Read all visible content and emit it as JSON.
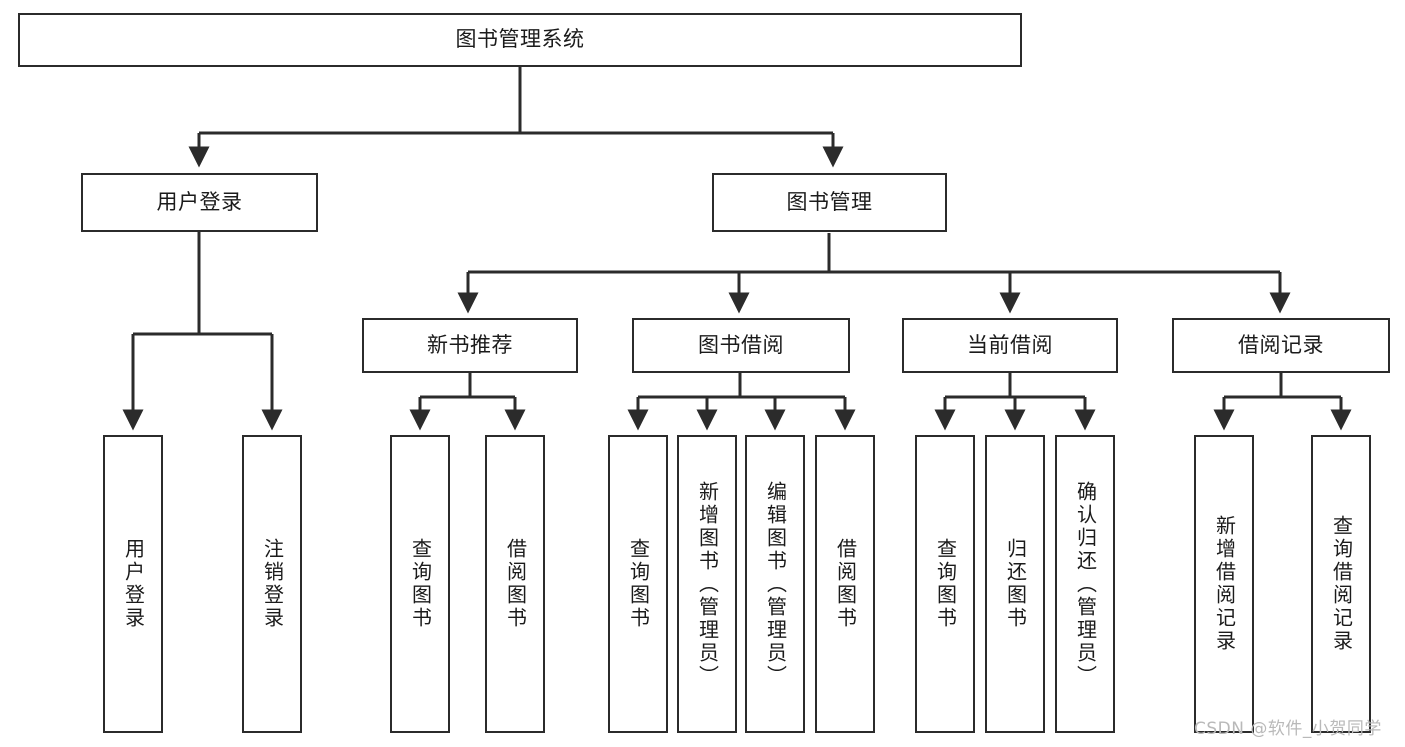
{
  "diagram": {
    "type": "tree-hierarchy",
    "root": {
      "label": "图书管理系统"
    },
    "level2": [
      {
        "label": "用户登录"
      },
      {
        "label": "图书管理"
      }
    ],
    "level3": [
      {
        "label": "新书推荐"
      },
      {
        "label": "图书借阅"
      },
      {
        "label": "当前借阅"
      },
      {
        "label": "借阅记录"
      }
    ],
    "leaves": {
      "user_login": [
        {
          "label": "用户登录"
        },
        {
          "label": "注销登录"
        }
      ],
      "new_book_recommend": [
        {
          "label": "查询图书"
        },
        {
          "label": "借阅图书"
        }
      ],
      "book_borrow": [
        {
          "label": "查询图书"
        },
        {
          "label": "新增图书（管理员）"
        },
        {
          "label": "编辑图书（管理员）"
        },
        {
          "label": "借阅图书"
        }
      ],
      "current_borrow": [
        {
          "label": "查询图书"
        },
        {
          "label": "归还图书"
        },
        {
          "label": "确认归还（管理员）"
        }
      ],
      "borrow_record": [
        {
          "label": "新增借阅记录"
        },
        {
          "label": "查询借阅记录"
        }
      ]
    },
    "watermark": "CSDN @软件_小贺同学",
    "colors": {
      "stroke": "#2b2b2b",
      "box_fill": "#ffffff",
      "text": "#1b1b1b",
      "watermark": "#b9b9b9",
      "background": "#ffffff"
    }
  }
}
